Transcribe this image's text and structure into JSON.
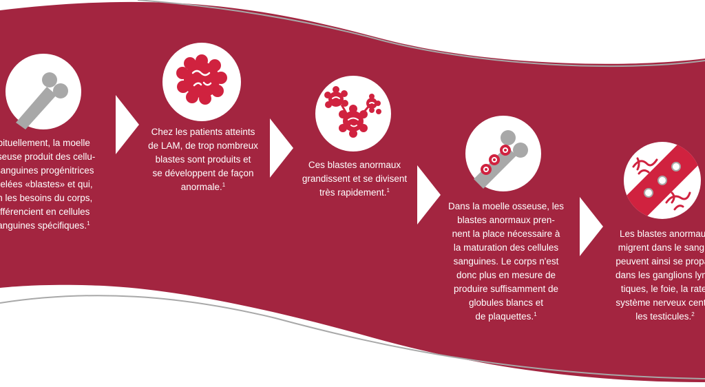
{
  "colors": {
    "band": "#a32540",
    "accent_red": "#d0223f",
    "bone_gray": "#a8a8a8",
    "white": "#ffffff"
  },
  "steps": [
    {
      "icon": "bone-icon",
      "lines": [
        "abituellement, la moelle",
        "osseuse produit des cellu-",
        "s sanguines progénitrices",
        "ppelées «blastes» et qui,",
        "lon les besoins du corps,",
        "différencient en cellules",
        "sanguines spécifiques."
      ],
      "note": "1"
    },
    {
      "icon": "blast-cell-icon",
      "lines": [
        "Chez les patients atteints",
        "de LAM, de trop nombreux",
        "blastes sont produits et",
        "se développent de façon",
        "anormale."
      ],
      "note": "1"
    },
    {
      "icon": "dividing-blasts-icon",
      "lines": [
        "Ces blastes anormaux",
        "grandissent et se divisent",
        "très rapidement."
      ],
      "note": "1"
    },
    {
      "icon": "bone-with-blasts-icon",
      "lines": [
        "Dans la moelle osseuse, les",
        "blastes anormaux pren-",
        "nent la place nécessaire à",
        "la maturation des cellules",
        "sanguines. Le corps n'est",
        "donc plus en mesure de",
        "produire suffisamment de",
        "globules blancs et",
        "de plaquettes."
      ],
      "note": "1"
    },
    {
      "icon": "migrating-blasts-icon",
      "lines": [
        "Les blastes anormaux",
        "migrent dans le sang e",
        "peuvent ainsi se propag",
        "dans les ganglions lymp",
        "tiques, le foie, la rate,",
        "système nerveux centra",
        "les testicules."
      ],
      "note": "2"
    }
  ]
}
